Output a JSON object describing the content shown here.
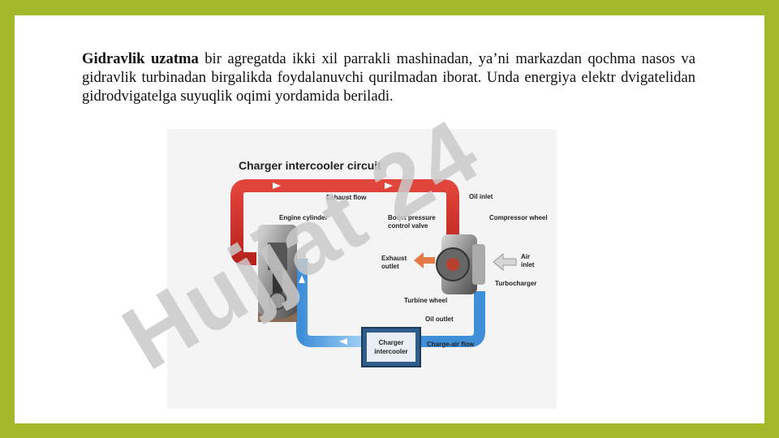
{
  "paragraph": {
    "term": "Gidravlik uzatma",
    "rest": " bir agregatda ikki xil parrakli mashinadan, ya’ni markazdan qochma nasos va gidravlik turbinadan birgalikda foydalanuvchi qurilmadan iborat. Unda energiya elektr dvigatelidan gidrodvigatelga suyuqlik oqimi yordamida beriladi."
  },
  "diagram": {
    "title": "Charger intercooler circuit",
    "labels": {
      "exhaust_flow": "Exhaust flow",
      "oil_inlet": "Oil inlet",
      "engine_cylinder": "Engine cylinder",
      "boost_valve_1": "Boost pressure",
      "boost_valve_2": "control valve",
      "compressor_wheel": "Compressor wheel",
      "exhaust_outlet_1": "Exhaust",
      "exhaust_outlet_2": "outlet",
      "air_inlet_1": "Air",
      "air_inlet_2": "inlet",
      "turbocharger": "Turbocharger",
      "turbine_wheel": "Turbine wheel",
      "oil_outlet": "Oil outlet",
      "intercooler_1": "Charger",
      "intercooler_2": "intercooler",
      "charge_air_flow": "Charge-air flow"
    },
    "colors": {
      "exhaust": "#d9322a",
      "charge_air": "#5aa9e6",
      "intercooler": "#2f5c8a"
    }
  },
  "watermark": {
    "text": "Hujjat 24",
    "color": "#c9c9c9",
    "accent_color": "#c9b8f2"
  }
}
